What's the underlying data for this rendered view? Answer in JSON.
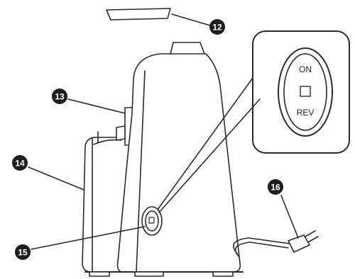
{
  "callouts": [
    {
      "number": "12",
      "part": "lid"
    },
    {
      "number": "13",
      "part": "side-knob"
    },
    {
      "number": "14",
      "part": "container"
    },
    {
      "number": "15",
      "part": "switch"
    },
    {
      "number": "16",
      "part": "power-plug"
    }
  ],
  "switch_inset": {
    "on_label": "ON",
    "rev_label": "REV"
  },
  "colors": {
    "line": "#2a2a2a",
    "badge": "#1e1e1e",
    "background": "#ffffff"
  }
}
